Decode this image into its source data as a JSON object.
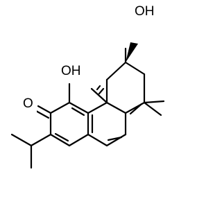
{
  "molecule": {
    "atom_labels": {
      "hydroxyl_top": "OH",
      "hydroxyl_left": "OH",
      "carbonyl_oxygen": "O"
    }
  },
  "colors": {
    "bond": "#000000",
    "label": "#000000",
    "background": "#ffffff"
  }
}
